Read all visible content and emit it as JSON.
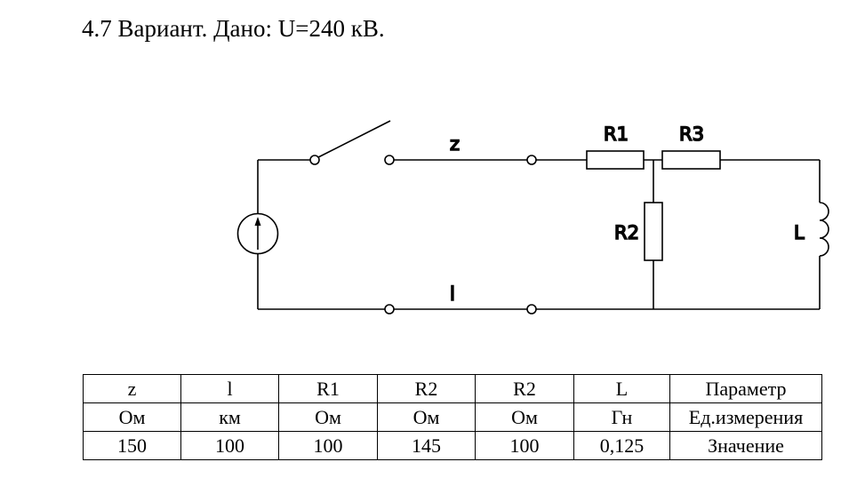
{
  "title": "4.7 Вариант. Дано: U=240 кВ.",
  "diagram": {
    "labels": {
      "z": "z",
      "l": "l",
      "r1": "R1",
      "r2": "R2",
      "r3": "R3",
      "inductor": "L"
    }
  },
  "table": {
    "rows": [
      [
        "z",
        "l",
        "R1",
        "R2",
        "R2",
        "L",
        "Параметр"
      ],
      [
        "Ом",
        "км",
        "Ом",
        "Ом",
        "Ом",
        "Гн",
        "Ед.измерения"
      ],
      [
        "150",
        "100",
        "100",
        "145",
        "100",
        "0,125",
        "Значение"
      ]
    ]
  }
}
